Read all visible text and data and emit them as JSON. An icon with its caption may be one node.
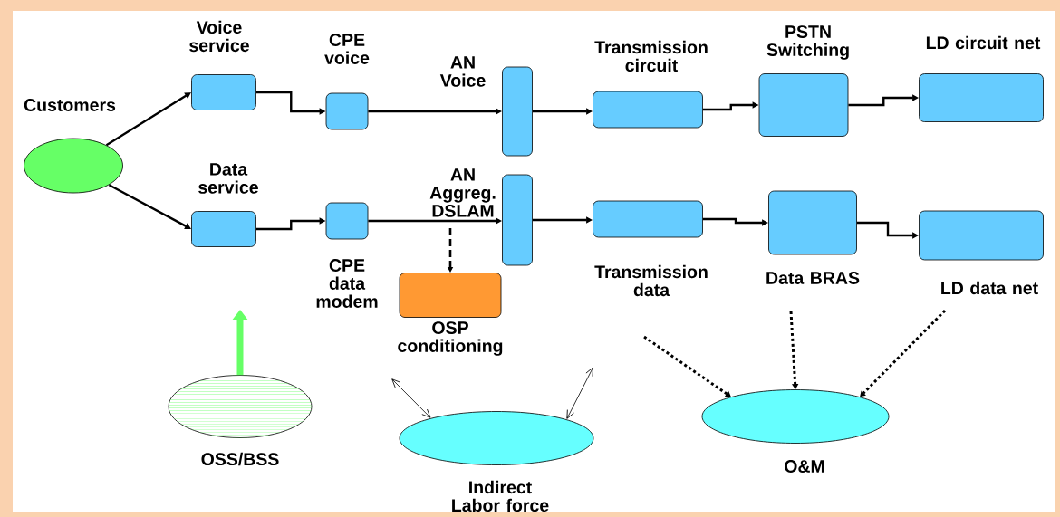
{
  "diagram": {
    "nodes": [
      {
        "text": [
          "Customers"
        ]
      },
      {
        "text": [
          "Voice service"
        ]
      },
      {
        "text": [
          "CPE voice"
        ]
      },
      {
        "text": [
          "AN Voice"
        ]
      },
      {
        "text": [
          "Transmission circuit"
        ]
      },
      {
        "text": [
          "PSTN Switching"
        ]
      },
      {
        "text": [
          "LD circuit net"
        ]
      },
      {
        "text": [
          "Data service"
        ]
      },
      {
        "text": [
          "CPE data modem"
        ]
      },
      {
        "text": [
          "AN Aggreg. DSLAM"
        ]
      },
      {
        "text": [
          "Transmission data"
        ]
      },
      {
        "text": [
          "Data BRAS"
        ]
      },
      {
        "text": [
          "LD data net"
        ]
      },
      {
        "text": [
          "OSP conditioning"
        ]
      },
      {
        "text": [
          "OSS/BSS"
        ]
      },
      {
        "text": [
          "Indirect Labor force"
        ]
      },
      {
        "text": [
          "O&M"
        ]
      }
    ],
    "edges": [
      {
        "from": 0,
        "to": 1,
        "arrow": "to"
      },
      {
        "from": 0,
        "to": 7,
        "arrow": "to"
      },
      {
        "from": 1,
        "to": 2,
        "arrow": "to"
      },
      {
        "from": 2,
        "to": 3,
        "arrow": "to"
      },
      {
        "from": 3,
        "to": 4,
        "arrow": "to"
      },
      {
        "from": 4,
        "to": 5,
        "arrow": "to"
      },
      {
        "from": 5,
        "to": 6,
        "arrow": "to"
      },
      {
        "from": 7,
        "to": 8,
        "arrow": "to"
      },
      {
        "from": 8,
        "to": 9,
        "arrow": "to"
      },
      {
        "from": 9,
        "to": 10,
        "arrow": "to"
      },
      {
        "from": 10,
        "to": 11,
        "arrow": "to"
      },
      {
        "from": 11,
        "to": 12,
        "arrow": "to"
      },
      {
        "from": 9,
        "to": 13,
        "arrow": "to",
        "style": "dashed"
      },
      {
        "from": 14,
        "to": null,
        "arrow": "to",
        "style": "thick",
        "color": "#66ff66"
      },
      {
        "from": null,
        "to": 15,
        "arrow": "both"
      },
      {
        "from": null,
        "to": 15,
        "arrow": "both"
      },
      {
        "from": null,
        "to": 16,
        "arrow": "to",
        "style": "dashed"
      },
      {
        "from": null,
        "to": 16,
        "arrow": "to",
        "style": "dashed"
      },
      {
        "from": null,
        "to": 16,
        "arrow": "to",
        "style": "dashed"
      }
    ]
  }
}
